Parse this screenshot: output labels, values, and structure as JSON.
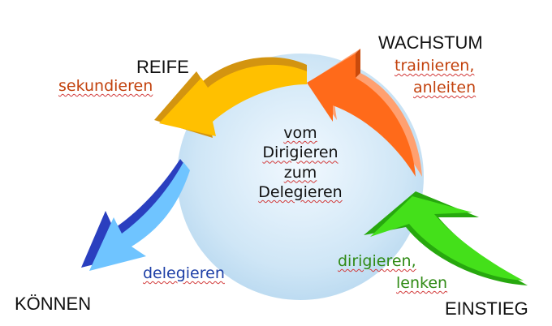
{
  "center": {
    "lines": [
      "vom",
      "Dirigieren",
      "zum",
      "Delegieren"
    ]
  },
  "stages": {
    "wachstum": {
      "title": "WACHSTUM",
      "verbs": [
        "trainieren,",
        "anleiten"
      ]
    },
    "reife": {
      "title": "REIFE",
      "verbs": [
        "sekundieren"
      ]
    },
    "koennen": {
      "title": "KÖNNEN",
      "verbs": [
        "delegieren"
      ]
    },
    "einstieg": {
      "title": "EINSTIEG",
      "verbs": [
        "dirigieren,",
        "lenken"
      ]
    }
  },
  "colors": {
    "circle_fill": "#cfe6f6",
    "arrow_orange": "#ff6a1a",
    "arrow_orange_shade": "#ffa070",
    "arrow_yellow": "#ffc000",
    "arrow_yellow_shade": "#d39410",
    "arrow_blue": "#6fc4ff",
    "arrow_blue_shade": "#2a3fbf",
    "arrow_green": "#44e01a",
    "arrow_green_shade": "#27a80e",
    "verb_wachstum": "#c2410c",
    "verb_reife": "#c2410c",
    "verb_koennen": "#1d3fa6",
    "verb_einstieg": "#2f8a14"
  }
}
